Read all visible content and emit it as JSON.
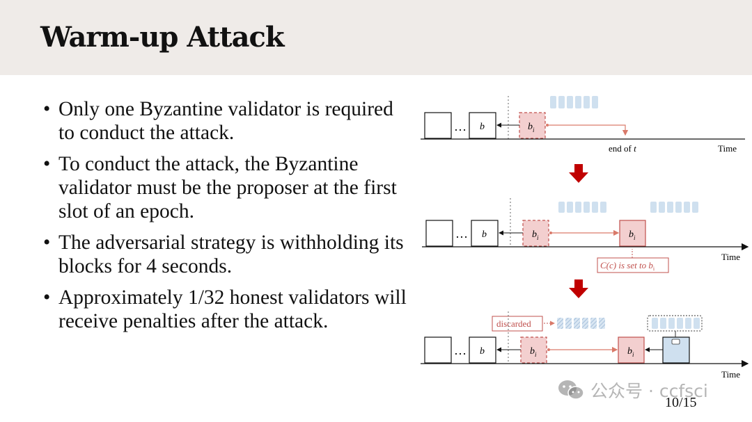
{
  "title": "Warm-up Attack",
  "bullets": [
    "Only one Byzantine validator is required to conduct the attack.",
    "To conduct the attack, the Byzantine validator must be the proposer at the first slot of an epoch.",
    "The adversarial strategy is withholding its blocks for 4 seconds.",
    "Approximately 1/32 honest validators will receive penalties after the attack."
  ],
  "bullet_symbol": "•",
  "diagram": {
    "ellipsis": "…",
    "block_b": "b",
    "block_bi": "b",
    "subscript_i": "i",
    "end_label": "end of ",
    "end_label_t": "t",
    "time_label": "Time",
    "set_label_prefix": "C(c) is set to ",
    "set_label_b": "b",
    "set_label_i": "i",
    "discarded_label": "discarded",
    "colors": {
      "attack_block_fill": "#f3cfcf",
      "attack_block_border": "#c0504d",
      "vote_fill": "#cfe0ef",
      "honest_block_fill": "#cfe0ef",
      "arrow_red": "#c00000",
      "line_red": "#d97a6a"
    }
  },
  "watermark": {
    "text": "公众号 · ccfsci"
  },
  "page_number": "10/15"
}
